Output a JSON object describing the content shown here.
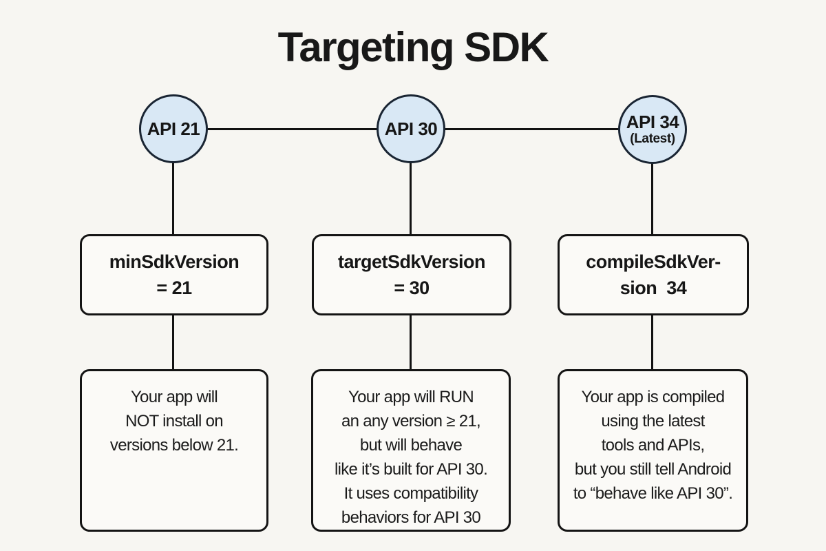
{
  "title": "Targeting SDK",
  "colors": {
    "background": "#f7f6f2",
    "box_fill": "#fbfaf7",
    "connector_line": "#121212",
    "circle_fill": "#d9e8f5",
    "circle_border": "#1a2533",
    "text": "#161616"
  },
  "columns": [
    {
      "circle": {
        "label": "API 21"
      },
      "version_box": {
        "line1": "minSdkVersion",
        "line2": "= 21"
      },
      "description": [
        "Your app will",
        "NOT install on",
        "versions below 21."
      ]
    },
    {
      "circle": {
        "label": "API 30"
      },
      "version_box": {
        "line1": "targetSdkVersion",
        "line2": "= 30"
      },
      "description": [
        "Your app will RUN",
        "an any version ≥ 21,",
        "but will behave",
        "like it’s built for API 30.",
        "It uses compatibility",
        "behaviors for API 30"
      ]
    },
    {
      "circle": {
        "label": "API 34",
        "sublabel": "(Latest)"
      },
      "version_box": {
        "line1": "compileSdkVer-",
        "line2": "sion  34"
      },
      "description": [
        "Your app is compiled",
        "using the latest",
        "tools and APIs,",
        "but you still tell Android",
        "to “behave like API 30”."
      ]
    }
  ]
}
